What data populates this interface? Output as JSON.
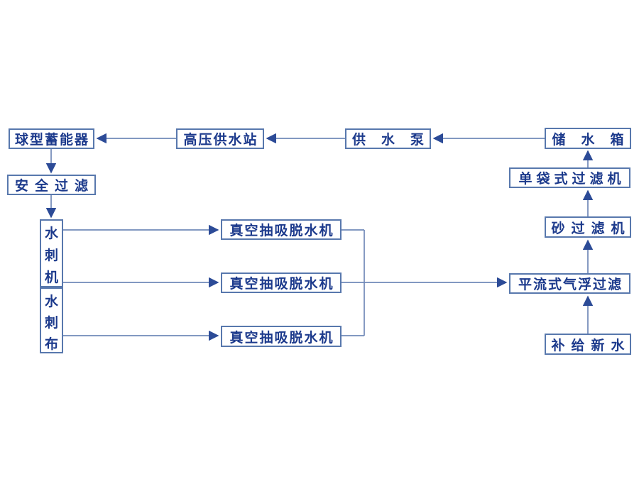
{
  "diagram": {
    "type": "process-flow",
    "background": "#ffffff"
  },
  "colors": {
    "box_border": "#5878ad",
    "box_fill": "#ffffff",
    "text": "#1c3a8c",
    "line": "#7189b8",
    "arrowhead": "#2c4b97"
  },
  "nodes": {
    "accumulator": {
      "label": "球型蓄能器"
    },
    "high_pressure_station": {
      "label": "高压供水站"
    },
    "supply_pump": {
      "label": "供水泵"
    },
    "storage_tank": {
      "label": "储水箱"
    },
    "safety_filter": {
      "label": "安全过滤"
    },
    "spunlace_machine": {
      "label": "水刺机"
    },
    "spunlace_fabric": {
      "label": "水刺布"
    },
    "vacuum_dewaterer_1": {
      "label": "真空抽吸脱水机"
    },
    "vacuum_dewaterer_2": {
      "label": "真空抽吸脱水机"
    },
    "vacuum_dewaterer_3": {
      "label": "真空抽吸脱水机"
    },
    "single_bag_filter": {
      "label": "单袋式过滤机"
    },
    "sand_filter": {
      "label": "砂过滤机"
    },
    "daf_filter": {
      "label": "平流式气浮过滤"
    },
    "makeup_water": {
      "label": "补给新水"
    }
  },
  "connections": [
    {
      "from": "storage_tank",
      "to": "supply_pump"
    },
    {
      "from": "supply_pump",
      "to": "high_pressure_station"
    },
    {
      "from": "high_pressure_station",
      "to": "accumulator"
    },
    {
      "from": "accumulator",
      "to": "safety_filter"
    },
    {
      "from": "safety_filter",
      "to": "spunlace_machine"
    },
    {
      "from": "spunlace_machine",
      "to": "vacuum_dewaterer_1"
    },
    {
      "from": "spunlace_machine",
      "to": "vacuum_dewaterer_2"
    },
    {
      "from": "spunlace_fabric",
      "to": "vacuum_dewaterer_3"
    },
    {
      "from": "vacuum_dewaterer_1",
      "to": "daf_filter"
    },
    {
      "from": "vacuum_dewaterer_2",
      "to": "daf_filter"
    },
    {
      "from": "vacuum_dewaterer_3",
      "to": "daf_filter"
    },
    {
      "from": "makeup_water",
      "to": "daf_filter"
    },
    {
      "from": "daf_filter",
      "to": "sand_filter"
    },
    {
      "from": "sand_filter",
      "to": "single_bag_filter"
    },
    {
      "from": "single_bag_filter",
      "to": "storage_tank"
    }
  ]
}
